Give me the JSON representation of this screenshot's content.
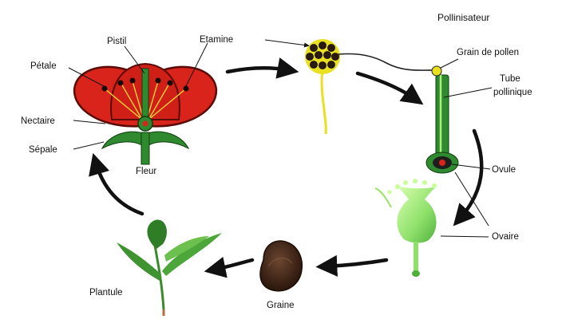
{
  "labels": {
    "pollinisateur": "Pollinisateur",
    "etamine": "Etamine",
    "pistil": "Pistil",
    "petale": "Pétale",
    "nectaire": "Nectaire",
    "sepale": "Sépale",
    "fleur": "Fleur",
    "grain_de_pollen": "Grain de pollen",
    "tube_line1": "Tube",
    "tube_line2": "pollinique",
    "ovule": "Ovule",
    "ovaire": "Ovaire",
    "graine": "Graine",
    "plantule": "Plantule"
  },
  "colors": {
    "petal": "#d9241b",
    "petal_edge": "#6b0d08",
    "stem_green": "#2f8a2f",
    "light_green": "#9be36b",
    "pollen_yellow": "#e8e020",
    "seed_brown": "#4a2a18",
    "arrow": "#111111"
  }
}
